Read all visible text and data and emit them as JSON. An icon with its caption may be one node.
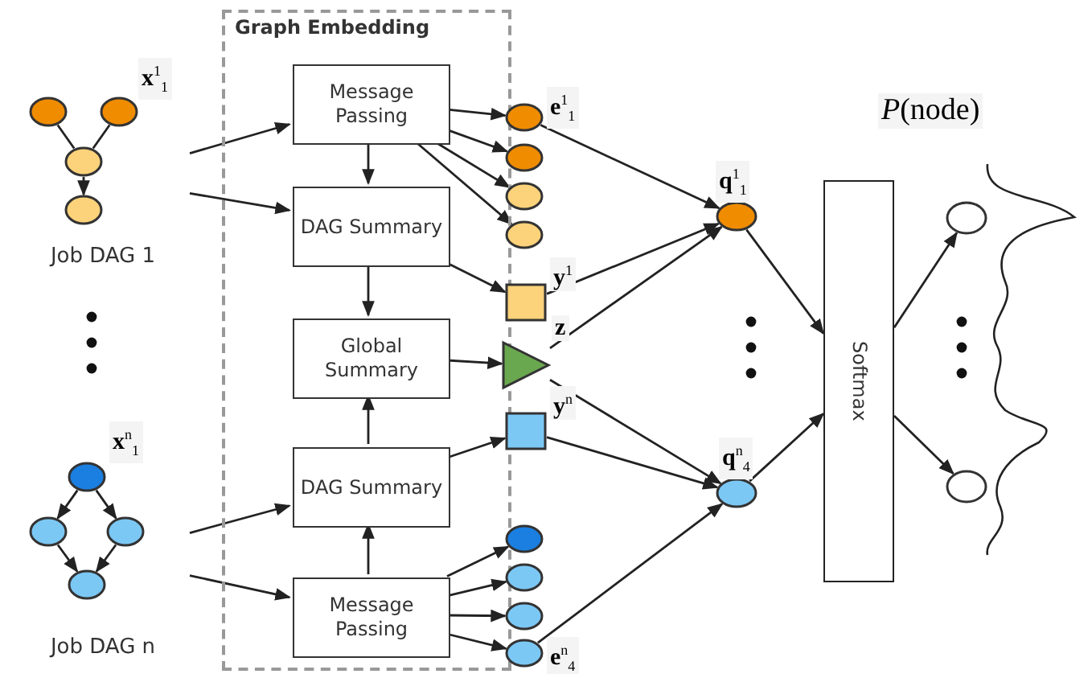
{
  "diagram": {
    "nodes": [
      {
        "text": [
          "Job DAG 1"
        ]
      },
      {
        "text": [],
        "shape": "circle",
        "in": 0
      },
      {
        "text": [],
        "shape": "circle",
        "in": 0,
        "beside": [
          "**x**$^{1}$$_{1}$"
        ]
      },
      {
        "text": [],
        "shape": "circle",
        "in": 0
      },
      {
        "text": [],
        "shape": "circle",
        "in": 0
      },
      {
        "text": [
          "Job DAG n"
        ]
      },
      {
        "text": [],
        "shape": "circle",
        "in": 5,
        "beside": [
          "**x**$^{n}$$_{1}$"
        ]
      },
      {
        "text": [],
        "shape": "circle",
        "in": 5
      },
      {
        "text": [],
        "shape": "circle",
        "in": 5
      },
      {
        "text": [],
        "shape": "circle",
        "in": 5
      },
      {
        "text": [
          "Graph Embedding"
        ]
      },
      {
        "text": [
          "Message Passing"
        ],
        "in": 10
      },
      {
        "text": [
          "DAG Summary"
        ],
        "in": 10
      },
      {
        "text": [
          "Global Summary"
        ],
        "in": 10
      },
      {
        "text": [
          "DAG Summary"
        ],
        "in": 10
      },
      {
        "text": [
          "Message Passing"
        ],
        "in": 10
      },
      {
        "text": [],
        "shape": "circle",
        "beside": [
          "**e**$^{1}$$_{1}$"
        ]
      },
      {
        "text": [],
        "shape": "circle"
      },
      {
        "text": [],
        "shape": "circle"
      },
      {
        "text": [],
        "shape": "circle"
      },
      {
        "text": [],
        "shape": "box",
        "beside": [
          "**y**$^{1}$"
        ]
      },
      {
        "text": [],
        "shape": "triangle",
        "beside": [
          "**z**"
        ]
      },
      {
        "text": [],
        "shape": "box",
        "beside": [
          "**y**$^{n}$"
        ]
      },
      {
        "text": [],
        "shape": "circle"
      },
      {
        "text": [],
        "shape": "circle"
      },
      {
        "text": [],
        "shape": "circle"
      },
      {
        "text": [],
        "shape": "circle",
        "beside": [
          "**e**$^{n}$$_{4}$"
        ]
      },
      {
        "text": [],
        "shape": "circle",
        "beside": [
          "**q**$^{1}$$_{1}$"
        ]
      },
      {
        "text": [],
        "shape": "circle",
        "beside": [
          "**q**$^{n}$$_{4}$"
        ]
      },
      {
        "text": [
          "Softmax"
        ]
      },
      {
        "text": [],
        "shape": "circle"
      },
      {
        "text": [],
        "shape": "circle"
      }
    ],
    "edges": [
      {
        "from": 1,
        "to": 3,
        "arrow": "none"
      },
      {
        "from": 2,
        "to": 3,
        "arrow": "none"
      },
      {
        "from": 3,
        "to": 4,
        "arrow": "to"
      },
      {
        "from": 6,
        "to": 7,
        "arrow": "to"
      },
      {
        "from": 6,
        "to": 8,
        "arrow": "to"
      },
      {
        "from": 7,
        "to": 9,
        "arrow": "to"
      },
      {
        "from": 8,
        "to": 9,
        "arrow": "to"
      },
      {
        "from": 0,
        "to": 11,
        "arrow": "to"
      },
      {
        "from": 0,
        "to": 12,
        "arrow": "to"
      },
      {
        "from": 5,
        "to": 14,
        "arrow": "to"
      },
      {
        "from": 5,
        "to": 15,
        "arrow": "to"
      },
      {
        "from": 11,
        "to": 12,
        "arrow": "to"
      },
      {
        "from": 12,
        "to": 13,
        "arrow": "to"
      },
      {
        "from": 15,
        "to": 14,
        "arrow": "to"
      },
      {
        "from": 14,
        "to": 13,
        "arrow": "to"
      },
      {
        "from": 11,
        "to": 16,
        "arrow": "to"
      },
      {
        "from": 11,
        "to": 17,
        "arrow": "to"
      },
      {
        "from": 11,
        "to": 18,
        "arrow": "to"
      },
      {
        "from": 11,
        "to": 19,
        "arrow": "to"
      },
      {
        "from": 12,
        "to": 20,
        "arrow": "to"
      },
      {
        "from": 13,
        "to": 21,
        "arrow": "to"
      },
      {
        "from": 14,
        "to": 22,
        "arrow": "to"
      },
      {
        "from": 15,
        "to": 23,
        "arrow": "to"
      },
      {
        "from": 15,
        "to": 24,
        "arrow": "to"
      },
      {
        "from": 15,
        "to": 25,
        "arrow": "to"
      },
      {
        "from": 15,
        "to": 26,
        "arrow": "to"
      },
      {
        "from": 16,
        "to": 27,
        "arrow": "to"
      },
      {
        "from": 20,
        "to": 27,
        "arrow": "to"
      },
      {
        "from": 21,
        "to": 27,
        "arrow": "to"
      },
      {
        "from": 21,
        "to": 28,
        "arrow": "to"
      },
      {
        "from": 22,
        "to": 28,
        "arrow": "to"
      },
      {
        "from": 26,
        "to": 28,
        "arrow": "to"
      },
      {
        "from": 27,
        "to": 29,
        "arrow": "to"
      },
      {
        "from": 28,
        "to": 29,
        "arrow": "to"
      },
      {
        "from": 29,
        "to": 30,
        "arrow": "to"
      },
      {
        "from": 29,
        "to": 31,
        "arrow": "to"
      }
    ],
    "labels": [
      "*P*(node)"
    ]
  }
}
